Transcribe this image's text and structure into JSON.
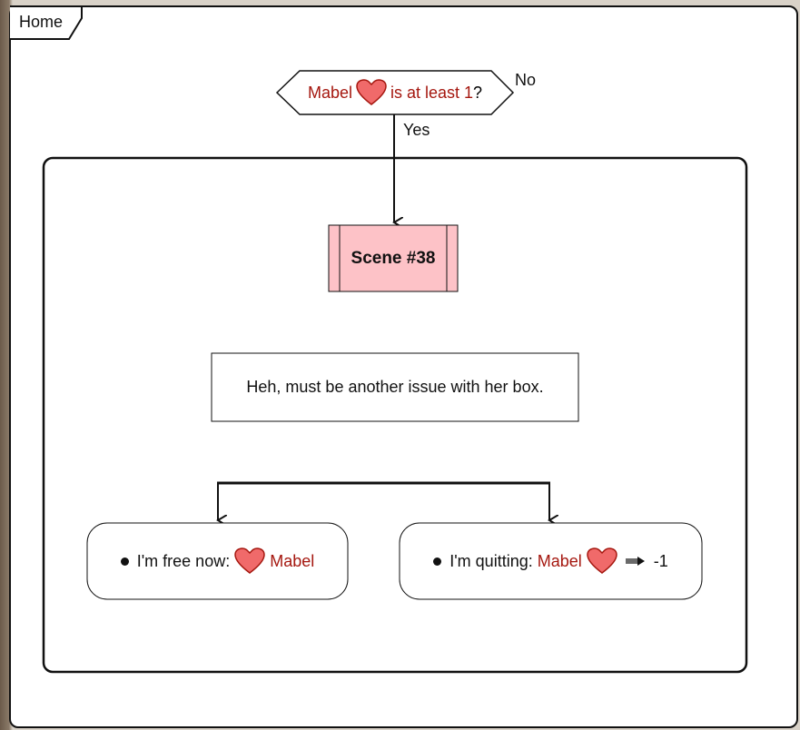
{
  "tab": {
    "label": "Home"
  },
  "decision": {
    "character": "Mabel",
    "condition": "is at least 1",
    "question_mark": "?",
    "no_label": "No",
    "yes_label": "Yes"
  },
  "scene": {
    "label": "Scene #38"
  },
  "note": {
    "text": "Heh, must be another issue with her box."
  },
  "choices": [
    {
      "prefix": "I'm free now:",
      "character": "Mabel",
      "icon": "heart-icon"
    },
    {
      "prefix": "I'm quitting:",
      "character": "Mabel",
      "icon": "heart-icon",
      "effect_icon": "arrow-icon",
      "delta": "-1"
    }
  ],
  "colors": {
    "character_text": "#a5170f",
    "heart_fill": "#f06a6a",
    "scene_fill": "#fdc2c7",
    "frame_stroke": "#111111"
  }
}
